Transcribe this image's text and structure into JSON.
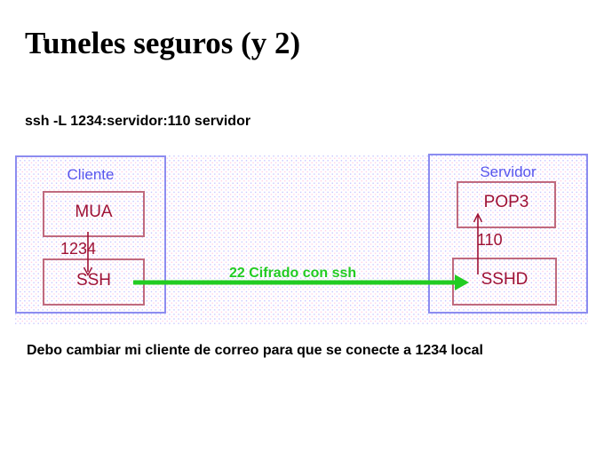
{
  "slide": {
    "title": "Tuneles seguros (y 2)",
    "command_line": "ssh -L 1234:servidor:110 servidor",
    "footer_note": "Debo cambiar mi cliente de correo para que se conecte a 1234 local",
    "background_color": "#ffffff"
  },
  "colors": {
    "host_border": "#8c8cf0",
    "host_label": "#5656ee",
    "service_border": "#c06a7e",
    "service_text": "#9e1034",
    "tunnel_green": "#22cc22",
    "text_black": "#000000"
  },
  "diagram": {
    "hosts": [
      {
        "id": "client",
        "label": "Cliente",
        "services": [
          {
            "id": "mua",
            "label": "MUA"
          },
          {
            "id": "ssh",
            "label": "SSH"
          }
        ],
        "internal_link": {
          "port_label": "1234",
          "direction": "down",
          "from": "MUA",
          "to": "SSH"
        }
      },
      {
        "id": "server",
        "label": "Servidor",
        "services": [
          {
            "id": "pop3",
            "label": "POP3"
          },
          {
            "id": "sshd",
            "label": "SSHD"
          }
        ],
        "internal_link": {
          "port_label": "110",
          "direction": "up",
          "from": "SSHD",
          "to": "POP3"
        }
      }
    ],
    "tunnel": {
      "label": "22 Cifrado con ssh",
      "from": "SSH",
      "to": "SSHD",
      "direction": "right",
      "color": "#22cc22"
    }
  }
}
